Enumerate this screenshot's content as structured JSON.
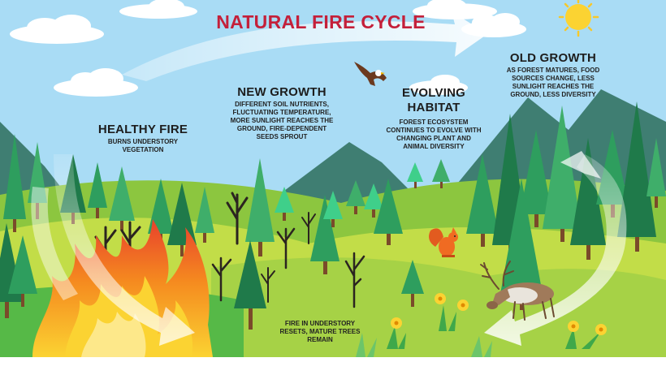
{
  "title": "NATURAL FIRE CYCLE",
  "colors": {
    "sky": "#a9dcf5",
    "title": "#c4203a",
    "grass_light": "#c2dd48",
    "grass_mid": "#8cc63f",
    "grass_dark": "#56b947",
    "mountain": "#3f7e72",
    "tree": "#2e9e5e",
    "tree_dark": "#1f7a4a",
    "trunk": "#7a4a2a",
    "fire_red": "#e8412c",
    "fire_orange": "#f58a1f",
    "fire_yellow": "#fbd332",
    "arrow": "#ffffff"
  },
  "stages": {
    "healthy_fire": {
      "heading": "HEALTHY FIRE",
      "body": "BURNS UNDERSTORY VEGETATION"
    },
    "new_growth": {
      "heading": "NEW GROWTH",
      "body": "DIFFERENT SOIL NUTRIENTS, FLUCTUATING TEMPERATURE, MORE SUNLIGHT REACHES THE GROUND, FIRE-DEPENDENT SEEDS SPROUT"
    },
    "evolving_habitat": {
      "heading": "EVOLVING HABITAT",
      "body": "FOREST ECOSYSTEM CONTINUES TO EVOLVE WITH CHANGING PLANT AND ANIMAL DIVERSITY"
    },
    "old_growth": {
      "heading": "OLD GROWTH",
      "body": "AS FOREST MATURES, FOOD SOURCES CHANGE, LESS SUNLIGHT REACHES THE GROUND, LESS DIVERSITY"
    }
  },
  "understory_note": "FIRE IN UNDERSTORY RESETS, MATURE TREES REMAIN",
  "icons": {
    "sun": "sun-icon",
    "eagle": "eagle-icon",
    "squirrel": "squirrel-icon",
    "caribou": "caribou-icon",
    "flower": "flower-icon",
    "cloud": "cloud-icon",
    "fire": "fire-icon",
    "cycle_arrow": "cycle-arrow-icon"
  }
}
